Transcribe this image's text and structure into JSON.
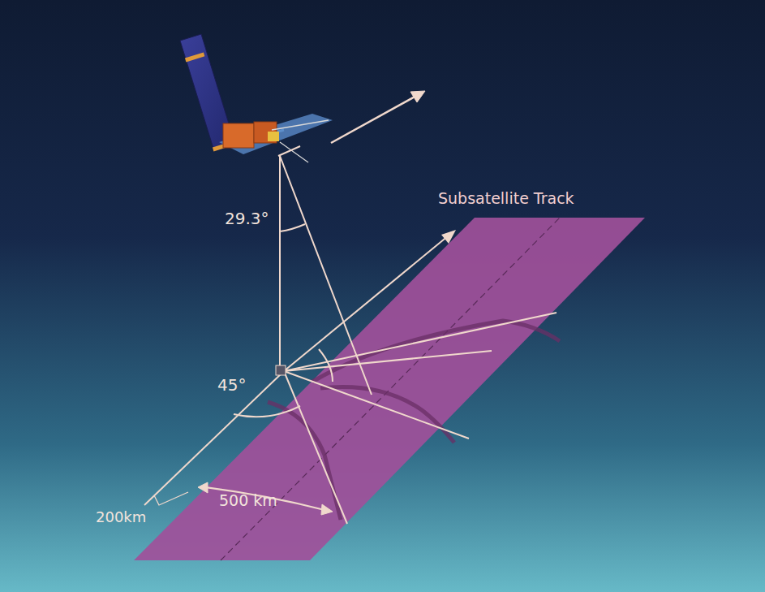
{
  "diagram": {
    "labels": [
      "29.3°",
      "Subsatellite Track",
      "45°",
      "200km",
      "500 km"
    ]
  }
}
